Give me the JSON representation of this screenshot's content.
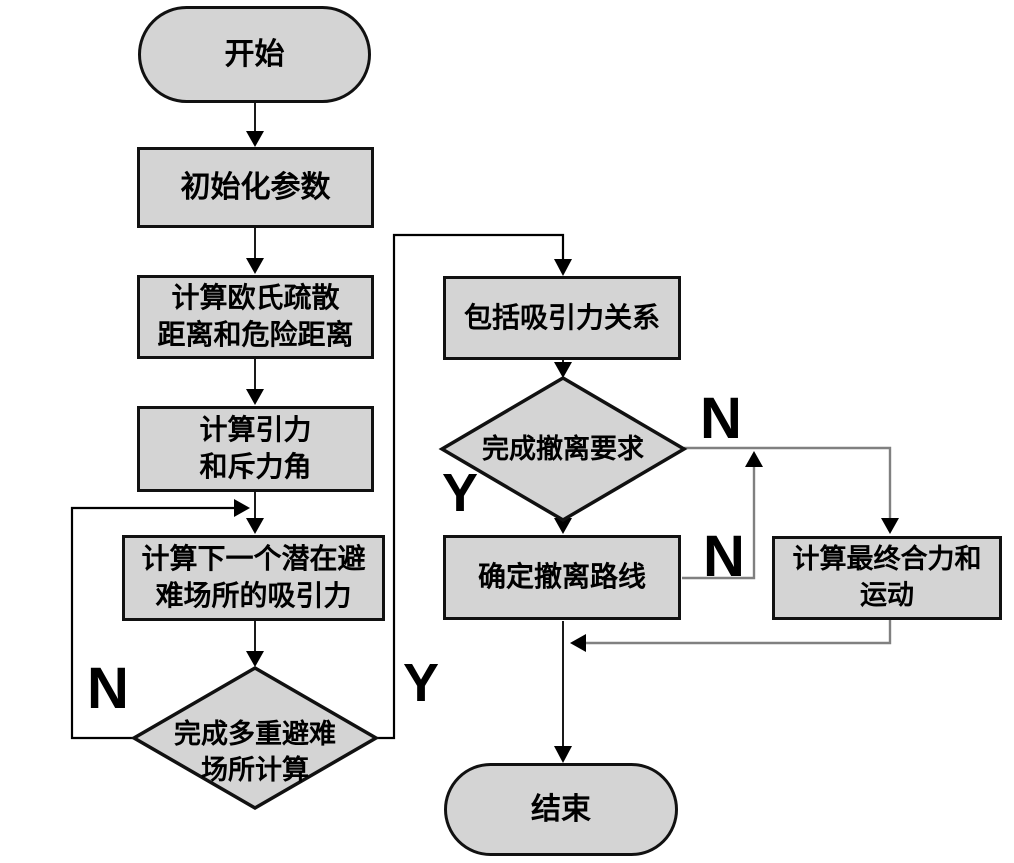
{
  "colors": {
    "node_fill": "#d4d4d4",
    "node_border": "#111111",
    "flow_line": "#000000",
    "return_line": "#808080",
    "text_color": "#000000",
    "background": "#ffffff"
  },
  "nodes": {
    "start": "开始",
    "init_params": "初始化参数",
    "calc_distance": "计算欧氏疏散\n距离和危险距离",
    "calc_forces": "计算引力\n和斥力角",
    "calc_next_shelter": "计算下一个潜在避\n难场所的吸引力",
    "decision_multi_shelter": "完成多重避难\n场所计算",
    "include_attraction": "包括吸引力关系",
    "decision_evacuation": "完成撤离要求",
    "determine_route": "确定撤离路线",
    "calc_final_force": "计算最终合力和\n运动",
    "end": "结束"
  },
  "edge_labels": {
    "multi_shelter_no": "N",
    "multi_shelter_yes": "Y",
    "evacuation_yes": "Y",
    "evacuation_no": "N",
    "route_no": "N"
  }
}
